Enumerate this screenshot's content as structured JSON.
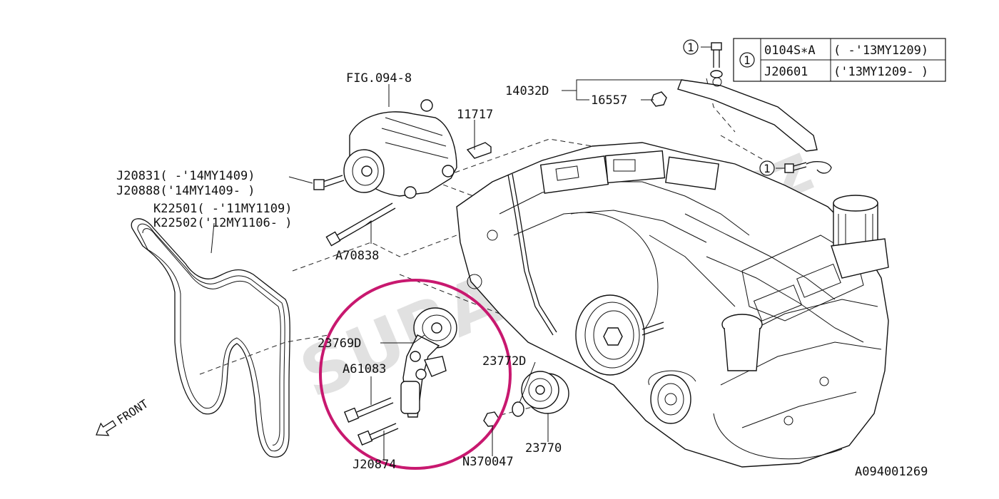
{
  "diagram": {
    "figure_ref": "FIG.094-8",
    "drawing_id": "A094001269",
    "watermark": "SUBARUSTI.cz",
    "front_label": "FRONT",
    "highlight_color": "#c8186f",
    "callout_number": "1",
    "legend": {
      "rows": [
        {
          "part": "0104S∗A",
          "range": "( -'13MY1209)"
        },
        {
          "part": "J20601",
          "range": "('13MY1209- )"
        }
      ]
    },
    "parts": {
      "p14032D": "14032D",
      "p16557": "16557",
      "p11717": "11717",
      "pJ20831": "J20831( -'14MY1409)",
      "pJ20888": "J20888('14MY1409- )",
      "pK22501": "K22501( -'11MY1109)",
      "pK22502": "K22502('12MY1106- )",
      "pA70838": "A70838",
      "p23769D": "23769D",
      "pA61083": "A61083",
      "p23772D": "23772D",
      "pJ20874": "J20874",
      "pN370047": "N370047",
      "p23770": "23770"
    }
  }
}
